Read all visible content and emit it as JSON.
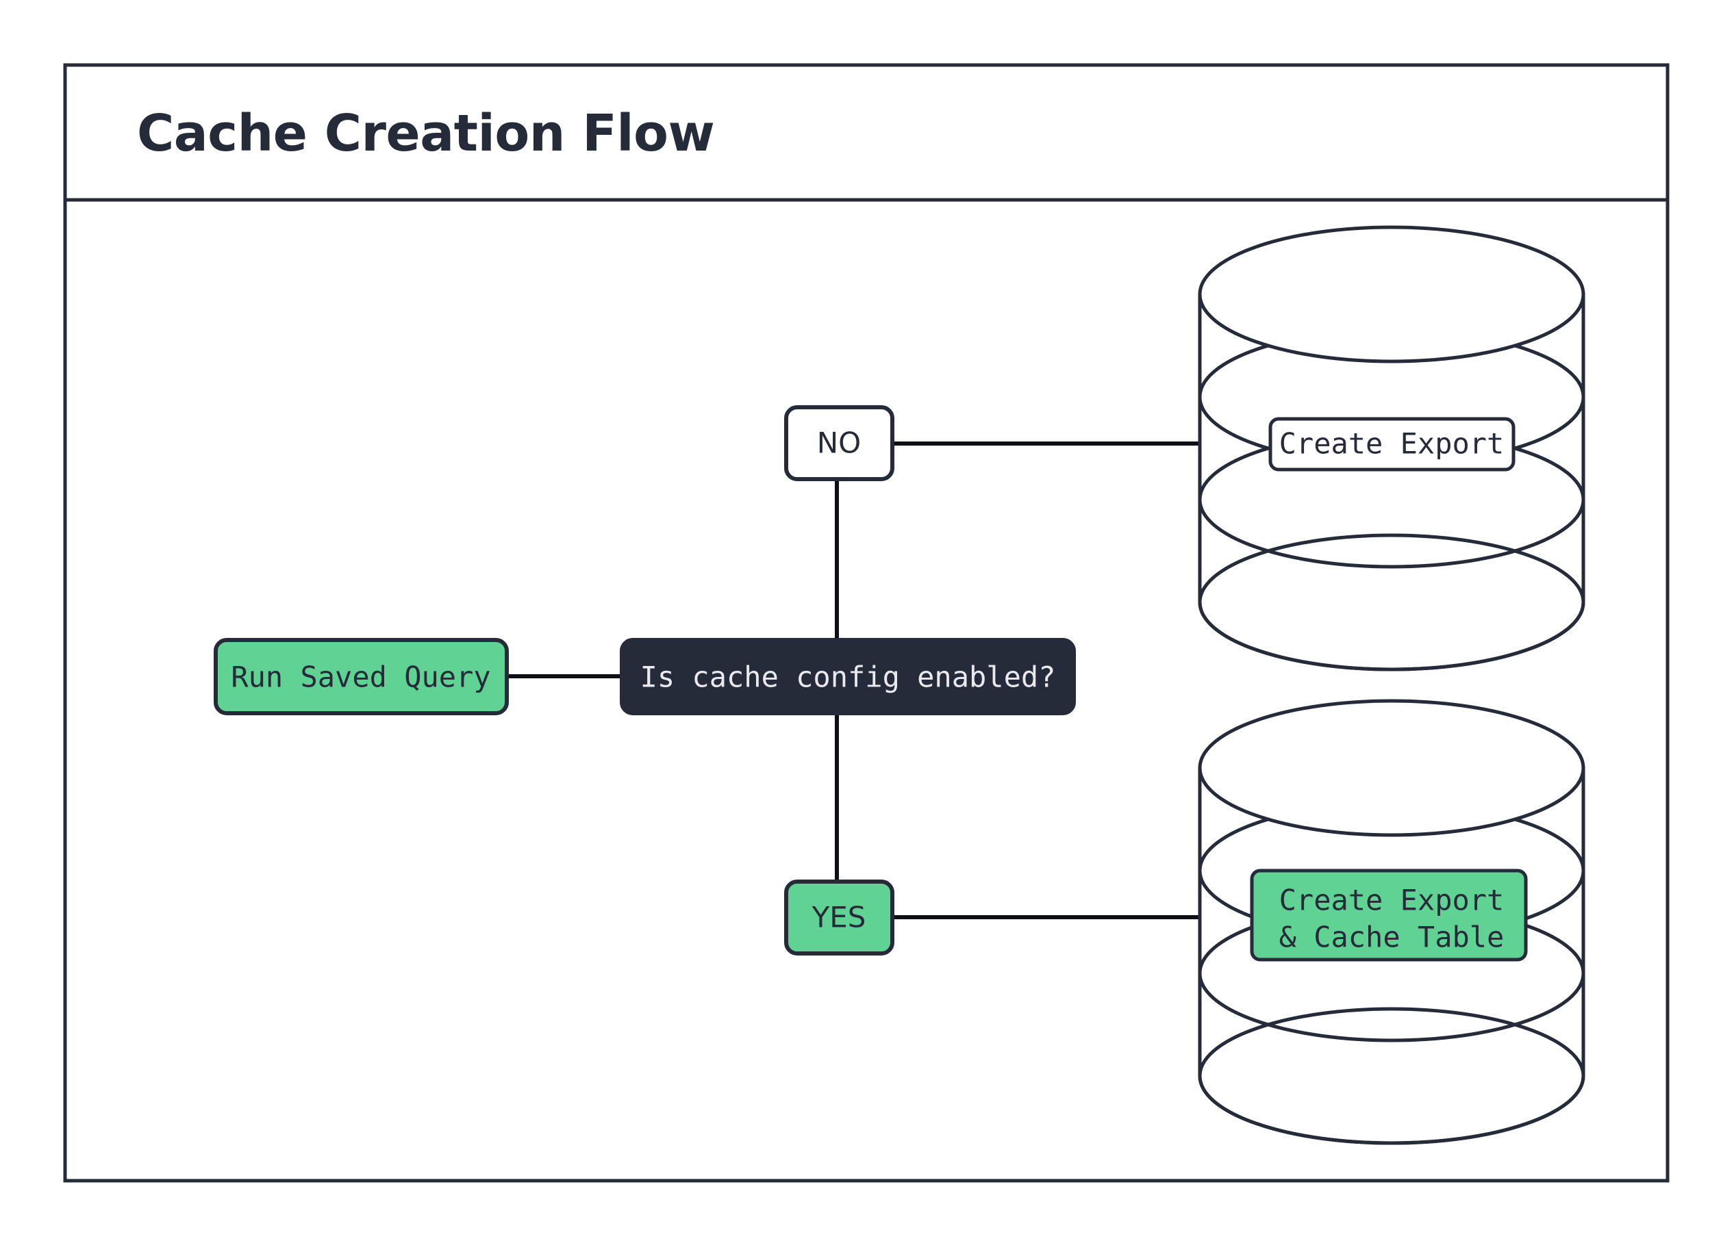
{
  "diagram": {
    "title": "Cache Creation Flow",
    "type": "flowchart",
    "colors": {
      "accent_green": "#60D394",
      "dark_navy": "#262B3A",
      "light_text": "#E8EAF0",
      "background": "#FFFFFF"
    },
    "nodes": [
      {
        "id": "run-saved-query",
        "label": "Run Saved Query",
        "shape": "rounded-rect",
        "fill": "green",
        "text_style": "mono"
      },
      {
        "id": "decision-cache-config",
        "label": "Is cache config enabled?",
        "shape": "rounded-rect",
        "fill": "dark",
        "text_style": "mono"
      },
      {
        "id": "edge-label-no",
        "label": "NO",
        "shape": "rounded-rect",
        "fill": "white",
        "text_style": "sans"
      },
      {
        "id": "edge-label-yes",
        "label": "YES",
        "shape": "rounded-rect",
        "fill": "green",
        "text_style": "sans"
      },
      {
        "id": "database-create-export",
        "label": "Create Export",
        "shape": "database-cylinder",
        "fill": "white",
        "text_style": "mono"
      },
      {
        "id": "database-create-export-cache-table",
        "label_line_1": "Create Export",
        "label_line_2": "& Cache Table",
        "shape": "database-cylinder",
        "fill": "green",
        "text_style": "mono"
      }
    ],
    "edges": [
      {
        "from": "run-saved-query",
        "to": "decision-cache-config",
        "label": ""
      },
      {
        "from": "decision-cache-config",
        "to": "edge-label-no",
        "label": "NO"
      },
      {
        "from": "edge-label-no",
        "to": "database-create-export",
        "label": ""
      },
      {
        "from": "decision-cache-config",
        "to": "edge-label-yes",
        "label": "YES"
      },
      {
        "from": "edge-label-yes",
        "to": "database-create-export-cache-table",
        "label": ""
      }
    ]
  }
}
